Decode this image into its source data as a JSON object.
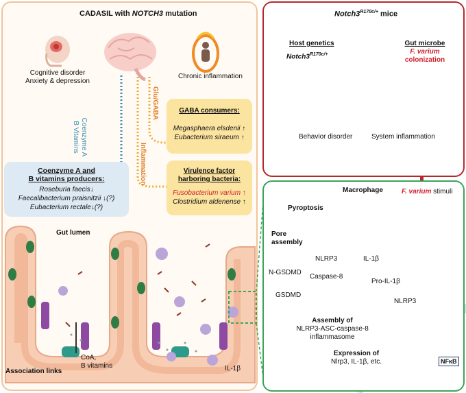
{
  "left": {
    "title_prefix": "CADASIL with ",
    "title_gene": "NOTCH3",
    "title_suffix": " mutation",
    "cognitive_line1": "Cognitive disorder",
    "cognitive_line2": "Anxiety & depression",
    "inflammation_label": "Chronic inflammation",
    "link_coenzyme_line1": "Coenzyme A",
    "link_coenzyme_line2": "B Vitamins",
    "link_glu": "Glu/GABA",
    "link_inflammation": "Inflammation",
    "gaba": {
      "title": "GABA consumers:",
      "items": [
        "Megasphaera elsdenii ↑",
        "Eubacterium siraeum ↑"
      ]
    },
    "virulence": {
      "title_line1": "Virulence factor",
      "title_line2": "harboring bacteria:",
      "items": [
        "Fusobacterium varium ↑",
        "Clostridium aldenense ↑"
      ]
    },
    "coa": {
      "title_line1": "Coenzyme A and",
      "title_line2": "B vitamins producers:",
      "items": [
        "Roseburia faecis↓",
        "Faecalibacterium praisnitzii ↓(?)",
        "Eubacterium rectale↓(?)"
      ]
    },
    "gut_lumen": "Gut lumen",
    "coa_bottom_line1": "CoA,",
    "coa_bottom_line2": "B vitamins",
    "il1b": "IL-1β",
    "legend": "Association links"
  },
  "mice": {
    "title_gene": "Notch3",
    "title_sup": "R170c/+",
    "title_suffix": " mice",
    "host_title": "Host genetics",
    "host_gene": "Notch3",
    "host_sup": "R170c/+",
    "microbe_title": "Gut microbe",
    "microbe_name": "F. varium",
    "microbe_action": "colonization",
    "behavior": "Behavior disorder",
    "system": "System inflammation"
  },
  "macrophage": {
    "title": "Macrophage",
    "stimuli_name": "F. varium",
    "stimuli_suffix": " stimuli",
    "pyroptosis": "Pyroptosis",
    "pore_line1": "Pore",
    "pore_line2": "assembly",
    "ngsdmd": "N-GSDMD",
    "gsdmd": "GSDMD",
    "nlrp3_top": "NLRP3",
    "caspase": "Caspase-8",
    "il1b": "IL-1β",
    "pro_il1b": "Pro-IL-1β",
    "nlrp3_mid": "NLRP3",
    "assembly_title": "Assembly of",
    "assembly_line1": "NLRP3-ASC-caspase-8",
    "assembly_line2": "inflammasome",
    "expression_title": "Expression of",
    "expression_line": "Nlrp3, IL-1β, etc.",
    "nfkb": "NFκB"
  },
  "colors": {
    "left_border": "#f1c49a",
    "mice_border": "#b7282e",
    "mac_border": "#3aa557",
    "yellow_box": "#fbe3a0",
    "blue_box": "#dde9f3",
    "accent_red": "#d0202a",
    "link_blue": "#3b8fb0",
    "link_orange": "#f0a830"
  }
}
